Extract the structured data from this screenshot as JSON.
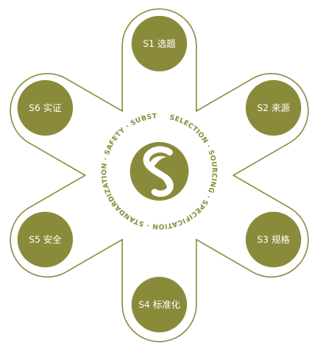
{
  "colors": {
    "node_fill": "#8a8b3a",
    "outline": "#8a8b3a",
    "track_fill": "#ffffff",
    "label_text": "#ffffff",
    "center_fill": "#ffffff",
    "logo_fill": "#8a8b3a",
    "background": "#ffffff"
  },
  "center": {
    "ring_text": "SELECTION · SOURCING · SPECIFICATION · STANDARDIZATION · SAFETY · SUBSTANTIATION · ",
    "logo_icon": "stylized-s-leaf-icon"
  },
  "nodes": [
    {
      "id": "s1",
      "label": "S1 选题"
    },
    {
      "id": "s2",
      "label": "S2 来源"
    },
    {
      "id": "s3",
      "label": "S3 规格"
    },
    {
      "id": "s4",
      "label": "S4 标准化"
    },
    {
      "id": "s5",
      "label": "S5 安全"
    },
    {
      "id": "s6",
      "label": "S6 实证"
    }
  ]
}
